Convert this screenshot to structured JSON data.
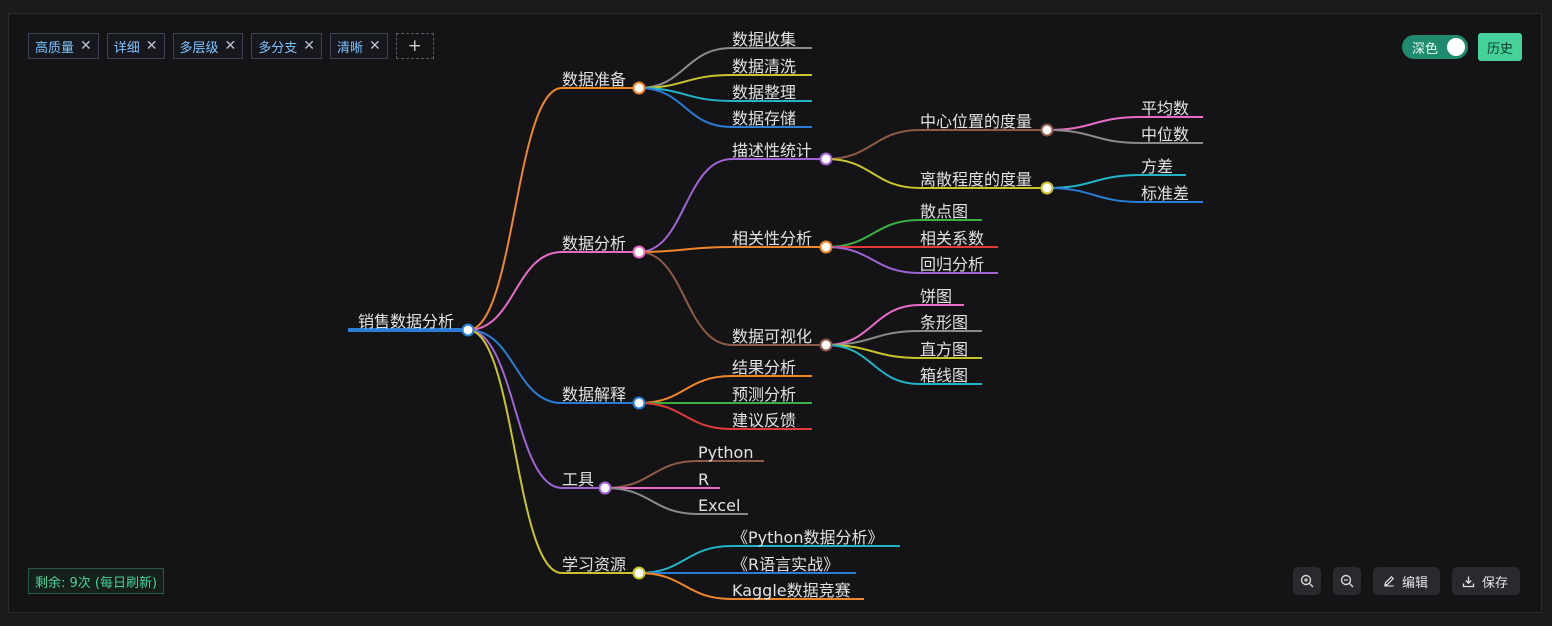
{
  "tags": [
    "高质量",
    "详细",
    "多层级",
    "多分支",
    "清晰"
  ],
  "toolbar": {
    "dark_label": "深色",
    "history_label": "历史"
  },
  "footer": {
    "remaining": "剩余: 9次 (每日刷新)",
    "edit_label": "编辑",
    "save_label": "保存"
  },
  "mindmap": {
    "root": "销售数据分析",
    "prep": "数据准备",
    "prep_collect": "数据收集",
    "prep_clean": "数据清洗",
    "prep_sort": "数据整理",
    "prep_store": "数据存储",
    "analysis": "数据分析",
    "desc": "描述性统计",
    "central": "中心位置的度量",
    "mean": "平均数",
    "median": "中位数",
    "dispersion": "离散程度的度量",
    "variance": "方差",
    "stddev": "标准差",
    "corr": "相关性分析",
    "scatter": "散点图",
    "coef": "相关系数",
    "regression": "回归分析",
    "vis": "数据可视化",
    "pie": "饼图",
    "bar": "条形图",
    "hist": "直方图",
    "box": "箱线图",
    "interp": "数据解释",
    "result": "结果分析",
    "predict": "预测分析",
    "advice": "建议反馈",
    "tools": "工具",
    "python": "Python",
    "r": "R",
    "excel": "Excel",
    "resources": "学习资源",
    "book_python": "《Python数据分析》",
    "book_r": "《R语言实战》",
    "kaggle": "Kaggle数据竞赛"
  }
}
